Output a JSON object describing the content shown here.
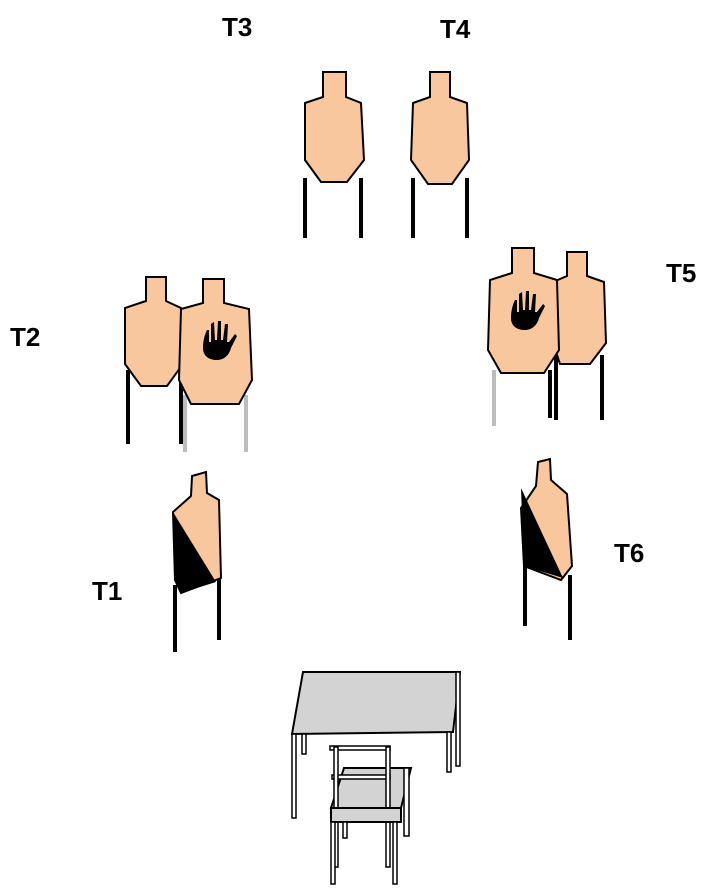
{
  "labels": {
    "t1": "T1",
    "t2": "T2",
    "t3": "T3",
    "t4": "T4",
    "t5": "T5",
    "t6": "T6"
  },
  "colors": {
    "target_fill": "#F9C79E",
    "outline": "#000000",
    "leg_dark": "#000000",
    "leg_light": "#BDBDBD",
    "no_shoot": "#000000",
    "table_top": "#D3D3D3",
    "chair": "#D3D3D3"
  },
  "icons": {
    "no_shoot": "hand-icon",
    "table": "table-icon",
    "chair": "chair-icon"
  }
}
